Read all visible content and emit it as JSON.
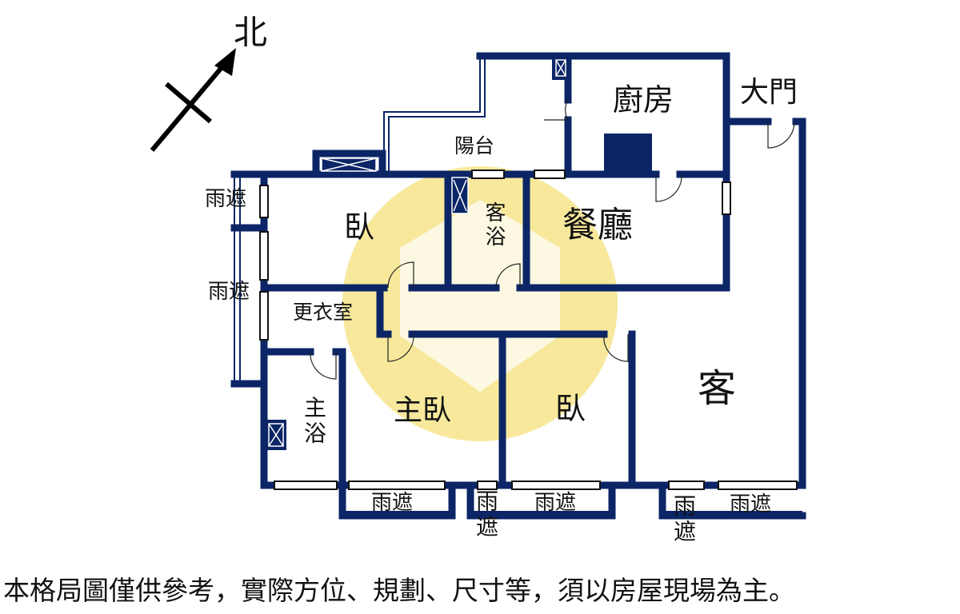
{
  "compass": {
    "label": "北"
  },
  "rooms": {
    "kitchen": "廚房",
    "entrance": "大門",
    "balcony": "陽台",
    "bedroom_nw": "臥",
    "guest_bath": "客浴",
    "dining": "餐廳",
    "walk_in_closet": "更衣室",
    "master_bath": "主浴",
    "master_bedroom": "主臥",
    "bedroom_s": "臥",
    "living": "客"
  },
  "awnings": {
    "label": "雨遮"
  },
  "disclaimer": "本格局圖僅供參考，實際方位、規劃、尺寸等，須以房屋現場為主。",
  "colors": {
    "wall": "#0b2566",
    "watermark": "#f2d95a"
  }
}
